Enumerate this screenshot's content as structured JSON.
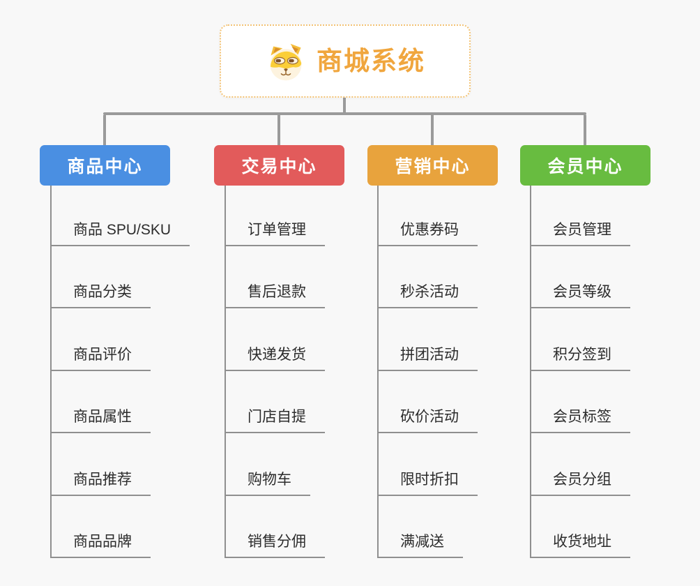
{
  "root": {
    "title": "商城系统",
    "icon": "dog-face-icon"
  },
  "branches": [
    {
      "label": "商品中心",
      "color": "#4A8FE2",
      "items": [
        "商品 SPU/SKU",
        "商品分类",
        "商品评价",
        "商品属性",
        "商品推荐",
        "商品品牌"
      ]
    },
    {
      "label": "交易中心",
      "color": "#E25B5B",
      "items": [
        "订单管理",
        "售后退款",
        "快递发货",
        "门店自提",
        "购物车",
        "销售分佣"
      ]
    },
    {
      "label": "营销中心",
      "color": "#E8A33D",
      "items": [
        "优惠券码",
        "秒杀活动",
        "拼团活动",
        "砍价活动",
        "限时折扣",
        "满减送"
      ]
    },
    {
      "label": "会员中心",
      "color": "#68BC40",
      "items": [
        "会员管理",
        "会员等级",
        "积分签到",
        "会员标签",
        "会员分组",
        "收货地址"
      ]
    }
  ],
  "colors": {
    "background": "#F8F8F8",
    "connector": "#9A9A9A",
    "branch_line": "#8F8F8F",
    "root_border": "#F3C273",
    "root_title": "#F0A63E",
    "leaf_text": "#2C2C2C"
  }
}
